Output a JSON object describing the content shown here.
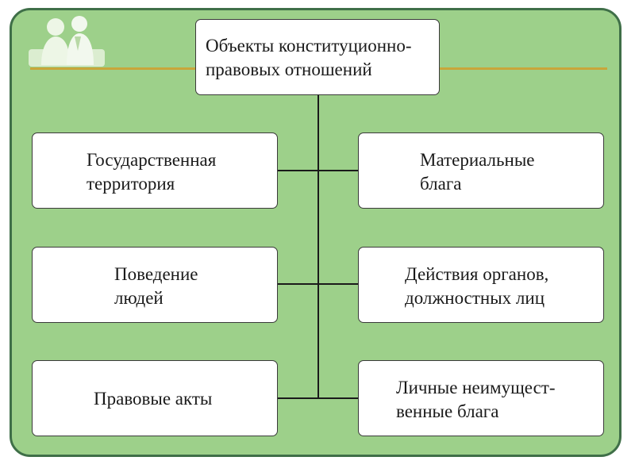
{
  "diagram": {
    "root": {
      "line1": "Объекты конституционно-",
      "line2": "правовых отношений"
    },
    "left": [
      {
        "line1": "Государственная",
        "line2": "территория"
      },
      {
        "line1": "Поведение",
        "line2": "людей"
      },
      {
        "line1": "Правовые акты",
        "line2": ""
      }
    ],
    "right": [
      {
        "line1": "Материальные",
        "line2": "блага"
      },
      {
        "line1": "Действия органов,",
        "line2": "должностных лиц"
      },
      {
        "line1": "Личные неимущест-",
        "line2": "венные блага"
      }
    ]
  },
  "colors": {
    "background": "#9dd08a",
    "frame": "#3f6f48",
    "accent_line": "#c9a63a",
    "box": "#ffffff",
    "connector": "#1a1a1a"
  },
  "decoration": {
    "logo_icon": "people-silhouette-icon"
  }
}
